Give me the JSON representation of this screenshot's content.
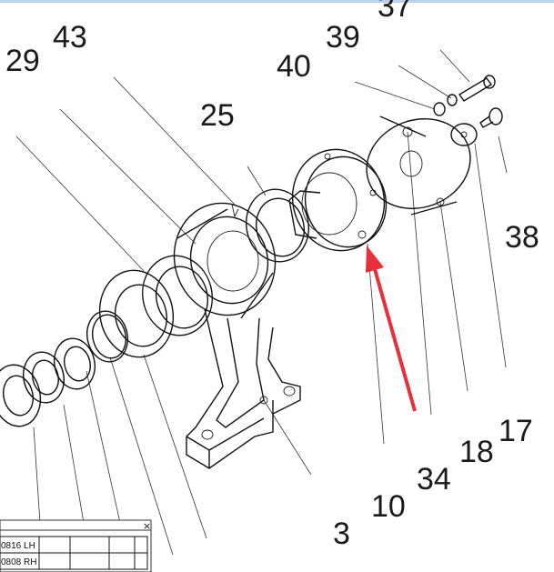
{
  "callouts": {
    "c43": "43",
    "c29": "29",
    "c25": "25",
    "c40": "40",
    "c39": "39",
    "c37": "37",
    "c38": "38",
    "c17": "17",
    "c18": "18",
    "c34": "34",
    "c10": "10",
    "c3": "3"
  },
  "table": {
    "row1": "0816 LH",
    "row2": "0808 RH",
    "close": "×"
  },
  "arrow_color": "#e8303a",
  "frame_color": "#b9d1ea"
}
